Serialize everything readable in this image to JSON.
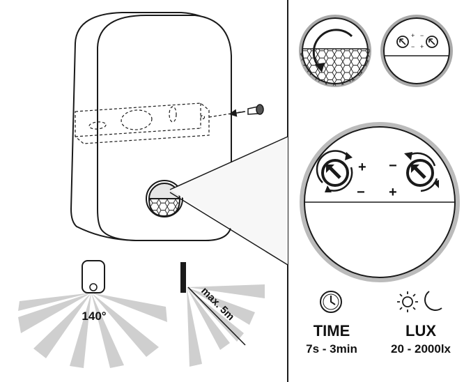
{
  "angle_label": "140°",
  "range_label": "max. 5m",
  "time": {
    "title": "TIME",
    "range": "7s - 3min"
  },
  "lux": {
    "title": "LUX",
    "range": "20 - 2000lx"
  },
  "pot_signs": {
    "plus": "+",
    "minus": "−"
  },
  "colors": {
    "stroke": "#1a1a1a",
    "beam": "#cfcfcf",
    "lens": "#e6e6e6",
    "panel_bg": "#ffffff"
  },
  "icons": [
    "screw-icon",
    "arrow-icon",
    "clock-icon",
    "sun-icon",
    "moon-icon",
    "rotate-arrow-icon"
  ]
}
